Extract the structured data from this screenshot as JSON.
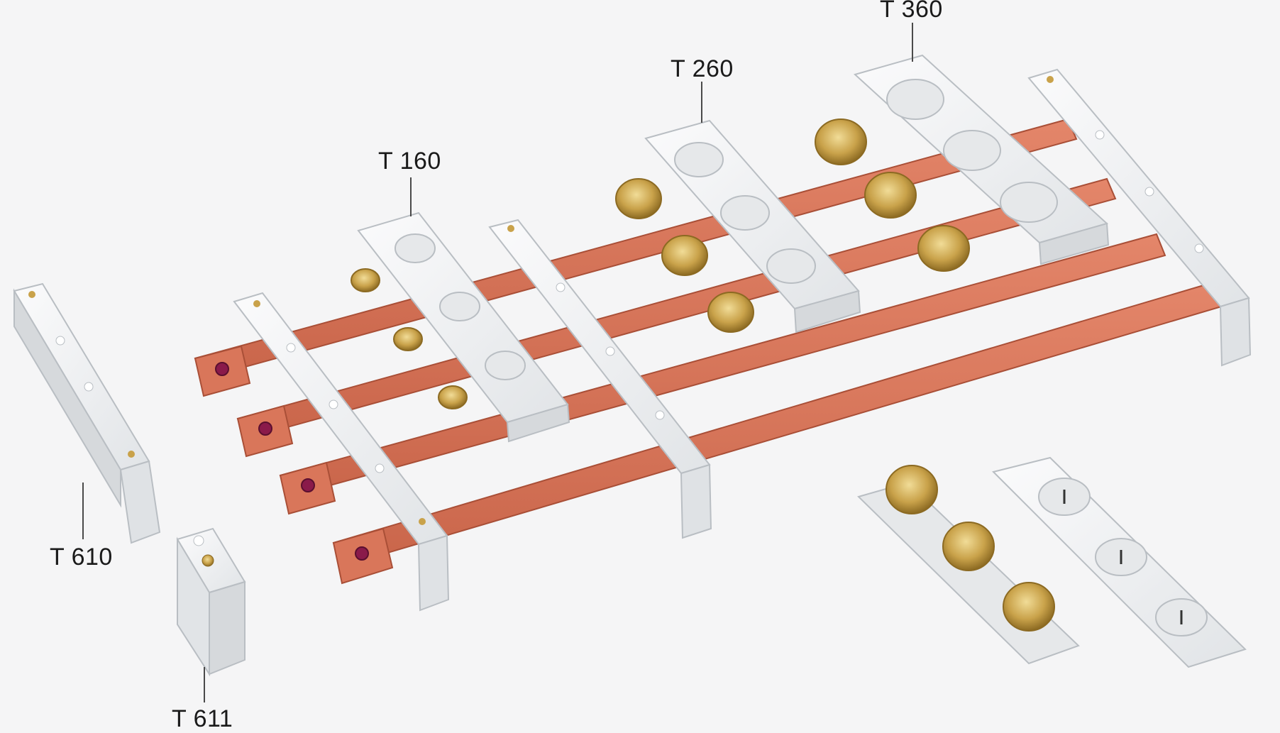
{
  "labels": {
    "t160": "T 160",
    "t260": "T 260",
    "t360": "T 360",
    "t610": "T 610",
    "t611": "T 611"
  },
  "colors": {
    "background": "#f5f5f6",
    "copper": "#d9765a",
    "copper_dark": "#b8573d",
    "insulator": "#f2f3f4",
    "insulator_shade": "#d6d9dc",
    "brass": "#c9a24a",
    "brass_dark": "#8c6a22"
  }
}
